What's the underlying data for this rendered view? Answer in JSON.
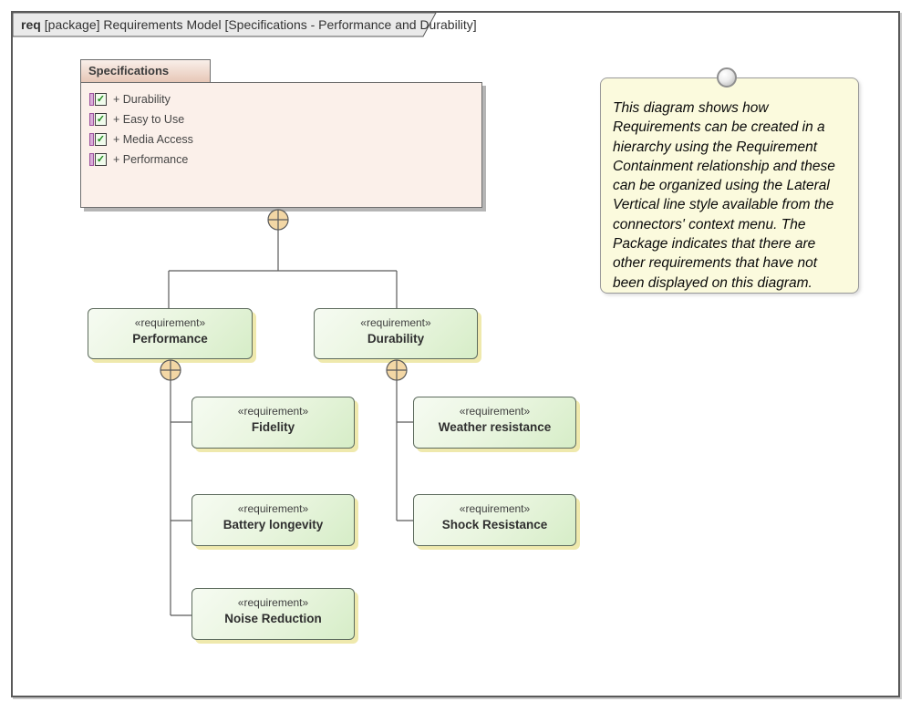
{
  "diagram_title": {
    "keyword": "req",
    "rest": "[package] Requirements Model [Specifications - Performance and Durability]"
  },
  "package": {
    "name": "Specifications",
    "items": [
      {
        "label": "+ Durability"
      },
      {
        "label": "+ Easy to Use"
      },
      {
        "label": "+ Media Access"
      },
      {
        "label": "+ Performance"
      }
    ],
    "check_glyph": "✓"
  },
  "note": {
    "lines": [
      "This diagram shows how",
      "Requirements can be created in a",
      "hierarchy using the Requirement",
      "Containment relationship and these",
      "can be organized using the Lateral",
      "Vertical line style available from the",
      "connectors' context menu.  The",
      "Package indicates that there are",
      "other requirements that have not",
      "been displayed on this diagram."
    ]
  },
  "requirements": {
    "performance": {
      "stereotype": "«requirement»",
      "name": "Performance"
    },
    "durability": {
      "stereotype": "«requirement»",
      "name": "Durability"
    },
    "fidelity": {
      "stereotype": "«requirement»",
      "name": "Fidelity"
    },
    "battery": {
      "stereotype": "«requirement»",
      "name": "Battery longevity"
    },
    "noise": {
      "stereotype": "«requirement»",
      "name": "Noise Reduction"
    },
    "weather": {
      "stereotype": "«requirement»",
      "name": "Weather resistance"
    },
    "shock": {
      "stereotype": "«requirement»",
      "name": "Shock Resistance"
    }
  },
  "colors": {
    "requirement_fill_light": "#f6fbf2",
    "requirement_fill_dark": "#d6edc7",
    "requirement_border": "#5d6b5d",
    "requirement_shadow": "#efe9ad",
    "package_fill": "#fbf0ea",
    "package_tab_top": "#f9efe9",
    "package_tab_bottom": "#e7c7b7",
    "package_border": "#6e6e6e",
    "note_fill": "#fbfadd",
    "note_border": "#9a9a9a",
    "connector_line": "#5a5a5a",
    "containment_circle_fill": "#f3d7a5",
    "frame_tab_fill": "#eaeaea"
  }
}
